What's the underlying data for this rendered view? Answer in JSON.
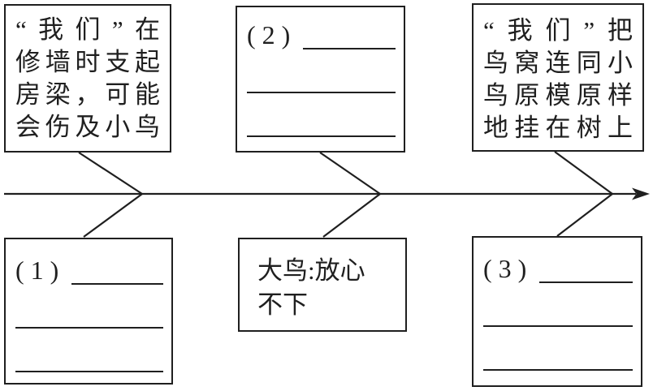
{
  "colors": {
    "ink": "#1f1f1f",
    "background": "#ffffff"
  },
  "diagram": {
    "type": "timeline-fishbone",
    "axis_direction": "right",
    "boxes": {
      "top_left": {
        "lines": [
          "“我们”在",
          "修墙时支起",
          "房梁，可能",
          "会伤及小鸟"
        ]
      },
      "top_middle": {
        "label": "( 2 )",
        "blank_count": 3
      },
      "top_right": {
        "lines": [
          "“我们”把",
          "鸟窝连同小",
          "鸟原模原样",
          "地挂在树上"
        ]
      },
      "bottom_left": {
        "label": "( 1 )",
        "blank_count": 3
      },
      "bottom_middle": {
        "lines": [
          "大鸟:放心",
          "不下"
        ]
      },
      "bottom_right": {
        "label": "( 3 )",
        "blank_count": 3
      }
    }
  }
}
